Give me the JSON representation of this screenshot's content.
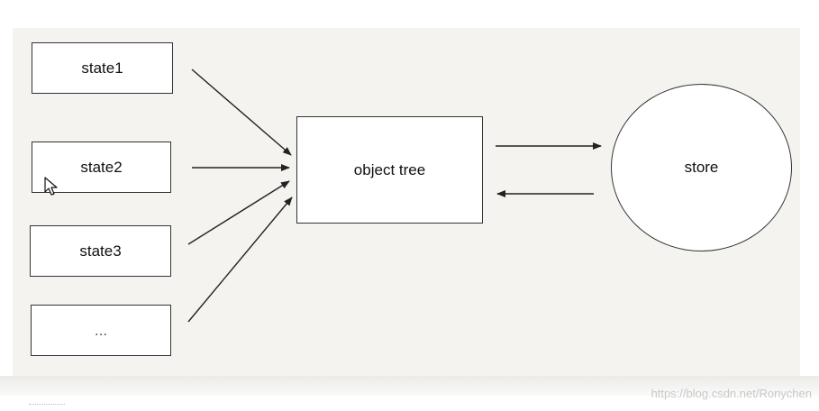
{
  "diagram": {
    "states": [
      "state1",
      "state2",
      "state3",
      "..."
    ],
    "center": "object tree",
    "store": "store"
  },
  "watermark": "https://blog.csdn.net/Ronychen",
  "icons": {
    "cursor": "mouse-pointer-icon"
  }
}
